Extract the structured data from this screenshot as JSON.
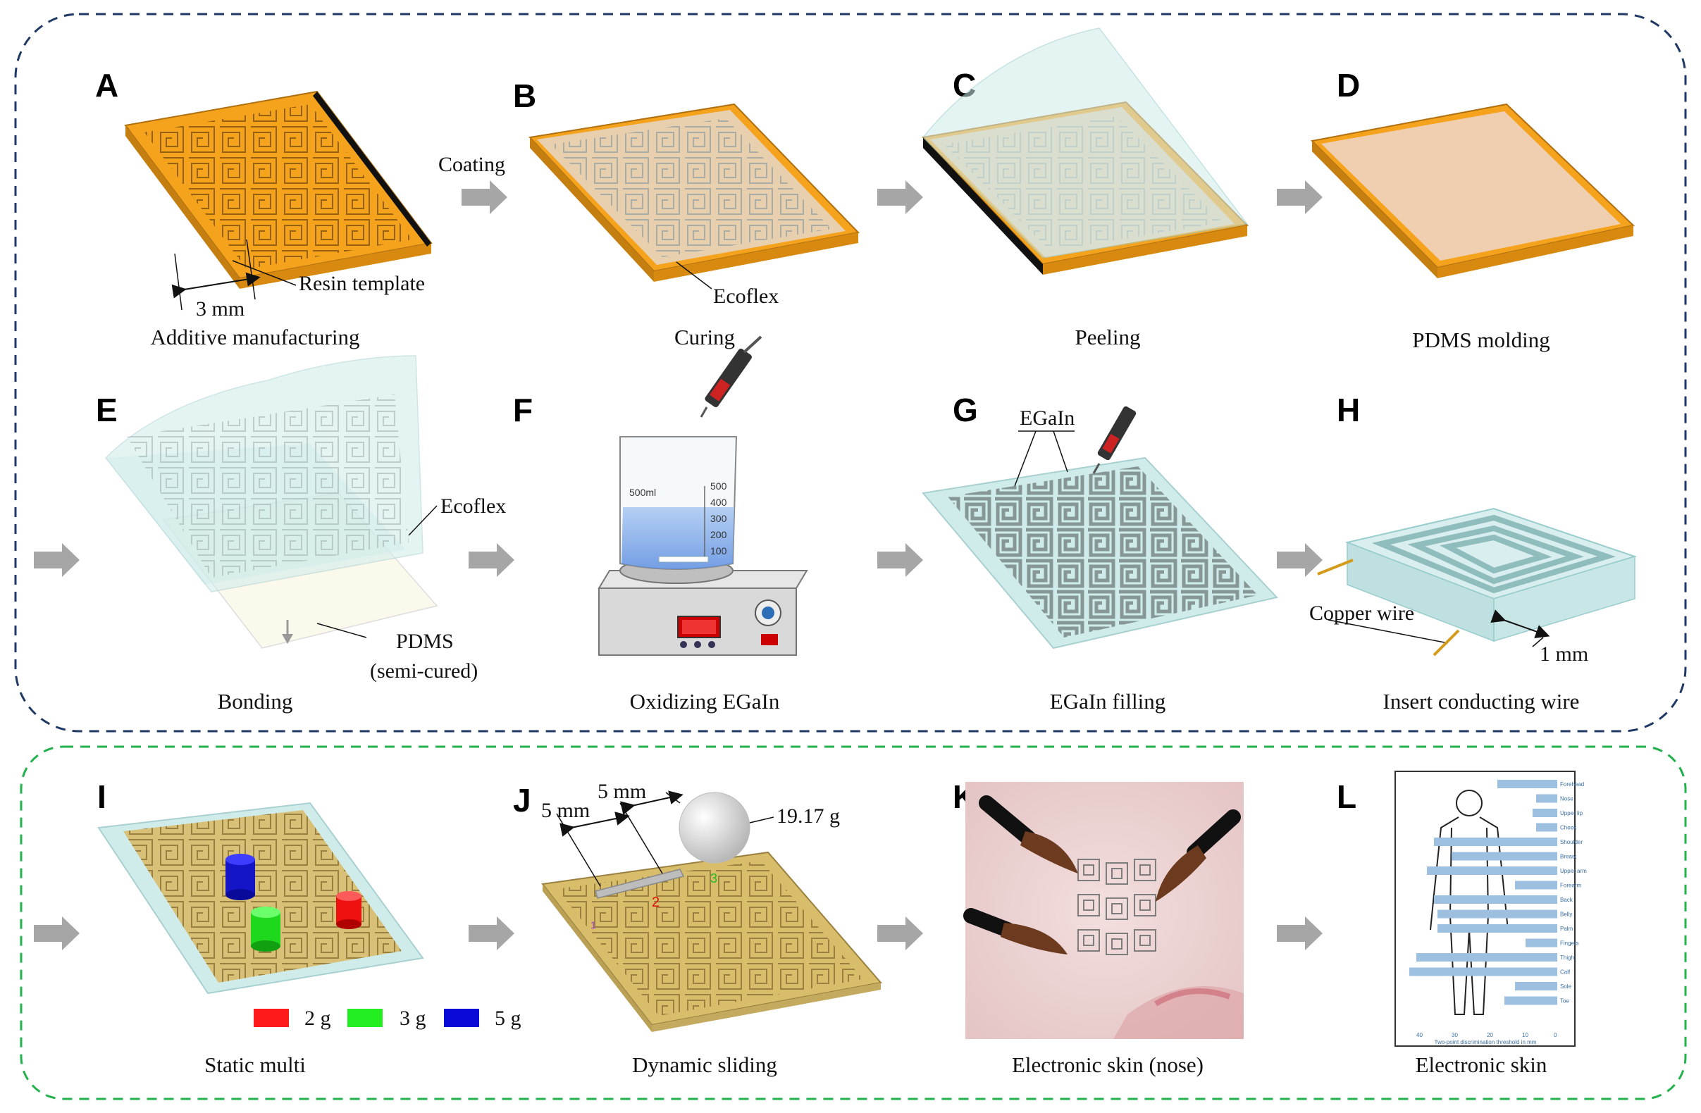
{
  "top_panel": {
    "A": {
      "label": "A",
      "caption": "Additive manufacturing",
      "ann_template": "Resin template",
      "ann_dim": "3 mm"
    },
    "B": {
      "label": "B",
      "caption": "Curing",
      "ann_coating": "Coating",
      "ann_material": "Ecoflex"
    },
    "C": {
      "label": "C",
      "caption": "Peeling"
    },
    "D": {
      "label": "D",
      "caption": "PDMS molding"
    },
    "E": {
      "label": "E",
      "caption": "Bonding",
      "ann_ecoflex": "Ecoflex",
      "ann_pdms_1": "PDMS",
      "ann_pdms_2": "(semi-cured)"
    },
    "F": {
      "label": "F",
      "caption": "Oxidizing EGaIn",
      "beaker_label": "500ml",
      "beaker_ticks": [
        "500",
        "400",
        "300",
        "200",
        "100"
      ]
    },
    "G": {
      "label": "G",
      "caption": "EGaIn filling",
      "ann_egain": "EGaIn"
    },
    "H": {
      "label": "H",
      "caption": "Insert conducting wire",
      "ann_wire": "Copper wire",
      "ann_dim": "1 mm"
    }
  },
  "bottom_panel": {
    "I": {
      "label": "I",
      "caption": "Static multi",
      "legend": [
        {
          "text": "2 g",
          "color": "#ff1a1a"
        },
        {
          "text": "3 g",
          "color": "#22ee22"
        },
        {
          "text": "5 g",
          "color": "#0a0ad8"
        }
      ]
    },
    "J": {
      "label": "J",
      "caption": "Dynamic sliding",
      "dim1": "5 mm",
      "dim2": "5 mm",
      "mass": "19.17 g",
      "pos1": "1",
      "pos2": "2",
      "pos3": "3"
    },
    "K": {
      "label": "K",
      "caption": "Electronic skin (nose)"
    },
    "L": {
      "label": "L",
      "caption": "Electronic skin",
      "chart_xlabel": "Two-point discrimination threshold in mm",
      "chart_xticks": [
        "40",
        "30",
        "20",
        "10",
        "0"
      ],
      "body_parts": [
        "Forehead",
        "Nose",
        "Upper lip",
        "Cheek",
        "Shoulder",
        "Breast",
        "Upper arm",
        "Forearm",
        "Back",
        "Belly",
        "Palm",
        "Fingers",
        "Thigh",
        "Calf",
        "Sole",
        "Toe"
      ]
    }
  },
  "colors": {
    "orange": "#f5a21c",
    "teal": "#cfeceb",
    "gold": "#d8bd6a",
    "top_border": "#1f3864",
    "bottom_border": "#22b14c",
    "arrow": "#a6a6a6"
  }
}
